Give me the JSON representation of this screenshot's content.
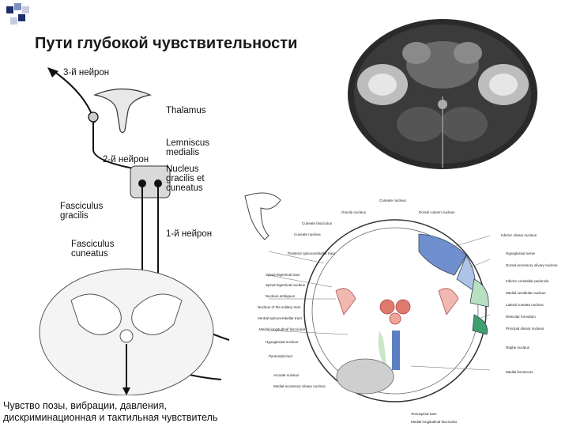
{
  "slide": {
    "title": "Пути глубокой чувствительности",
    "accent_colors": [
      "#1f2f6b",
      "#7f8fbf",
      "#c7cbe0"
    ]
  },
  "pathway_diagram": {
    "neuron3": "3-й нейрон",
    "thalamus": "Thalamus",
    "lemniscus": "Lemniscus medialis",
    "neuron2": "2-й нейрон",
    "nucleus": "Nucleus gracilis et cuneatus",
    "fasc_gracilis": "Fasciculus gracilis",
    "neuron1": "1-й нейрон",
    "fasc_cuneatus": "Fasciculus cuneatus",
    "caption_line1": "Чувство позы, вибрации, давления,",
    "caption_line2": "дискриминационная и тактильная чувствитель"
  },
  "cross_section_labels": [
    "Cuneate nucleus",
    "Gracile nucleus",
    "Dorsal column nucleus",
    "Cuneate fasciculus",
    "Cuneate nucleus",
    "Posterior spinocerebellar tract",
    "Spinal trigeminal tract",
    "Spinal trigeminal nucleus",
    "Nucleus ambiguus",
    "Nucleus of the solitary tract",
    "Ventral spinocerebellar tract",
    "Medial longitudinal fasciculus",
    "Hypoglossal nucleus",
    "Pyramidal tract",
    "Arcuate nucleus",
    "Medial accessory olivary nucleus",
    "Inferior olivary nucleus",
    "Hypoglossal nerve",
    "Dorsal accessory olivary nucleus",
    "Inferior cerebellar peduncle",
    "Medial vestibular nucleus",
    "Lateral cuneate nucleus",
    "Reticular formation",
    "Principal olivary nucleus",
    "Raphe nucleus",
    "Medial lemniscus",
    "Tectospinal tract",
    "Medial longitudinal fasciculus"
  ]
}
